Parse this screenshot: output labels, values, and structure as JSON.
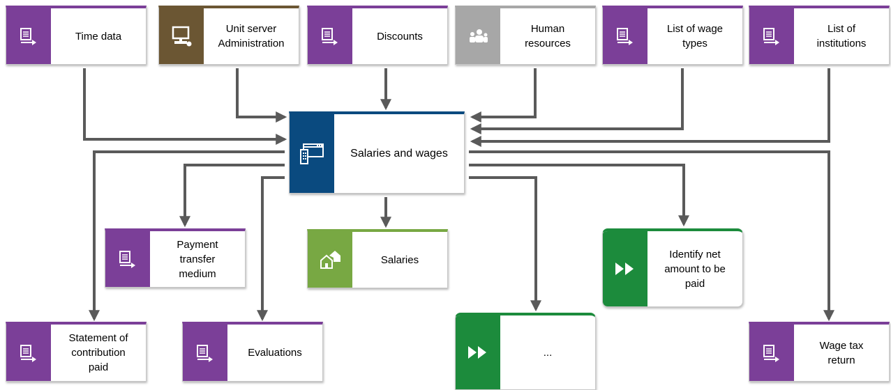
{
  "nodes": {
    "time_data": "Time data",
    "unit_server": "Unit server\nAdministration",
    "discounts": "Discounts",
    "human_resources": "Human\nresources",
    "list_wage_types": "List of wage\ntypes",
    "list_institutions": "List of\ninstitutions",
    "salaries_wages": "Salaries and wages",
    "payment_transfer": "Payment\ntransfer\nmedium",
    "salaries": "Salaries",
    "identify_net": "Identify net\namount to be\npaid",
    "statement_contribution": "Statement of\ncontribution\npaid",
    "evaluations": "Evaluations",
    "ellipsis": "...",
    "wage_tax_return": "Wage tax\nreturn"
  },
  "colors": {
    "document": "#7b3f98",
    "server": "#6b5633",
    "human": "#a7a7a7",
    "application": "#0a4a7f",
    "cluster": "#78a843",
    "function": "#1c8b3c",
    "connector": "#5a5a5a"
  }
}
